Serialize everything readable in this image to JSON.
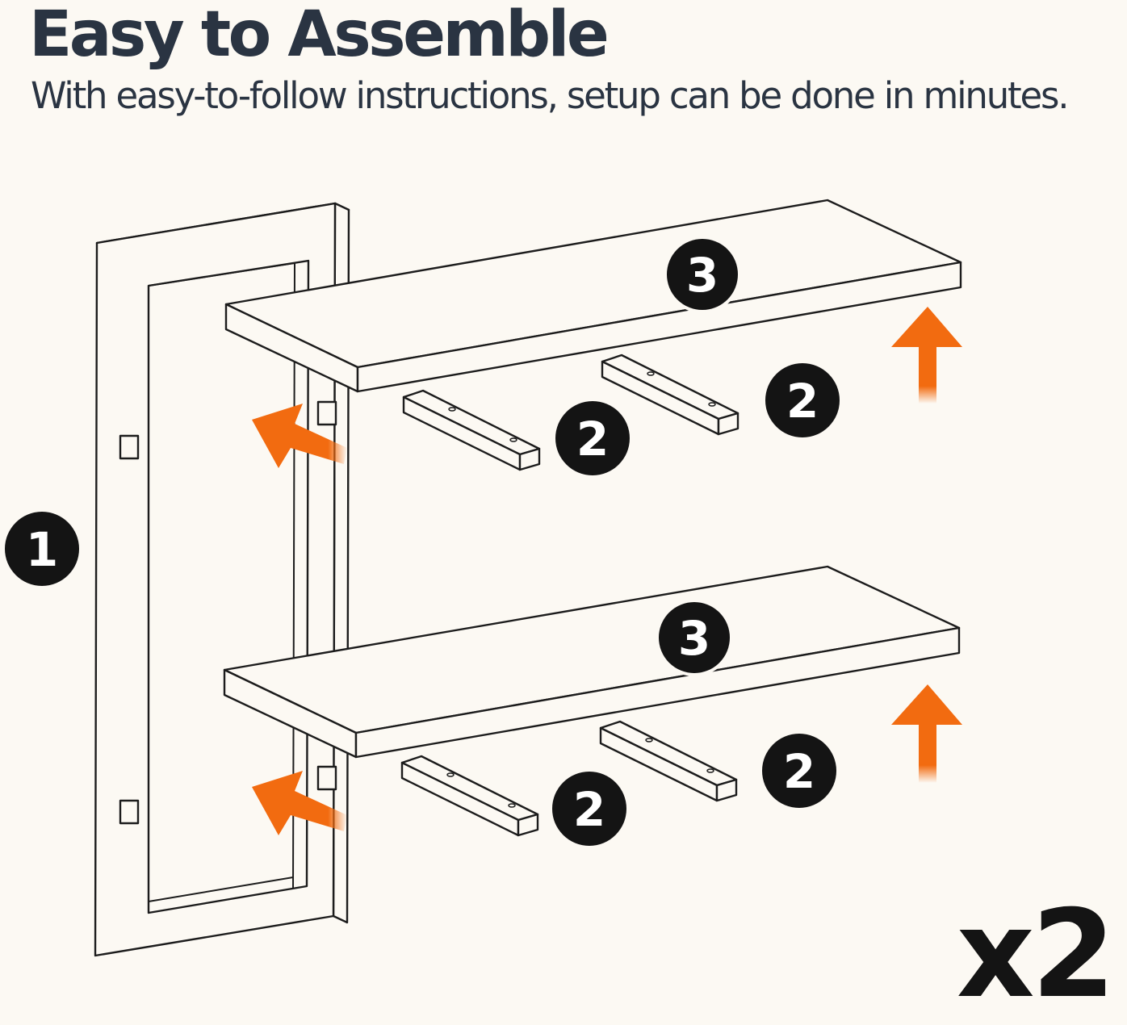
{
  "header": {
    "title": "Easy to Assemble",
    "subtitle": "With easy-to-follow instructions, setup can be done in minutes."
  },
  "diagram": {
    "parts": {
      "frame": "1",
      "bracket": "2",
      "shelf": "3"
    },
    "multiplier": "x2",
    "colors": {
      "background": "#fcf9f3",
      "outline": "#1c1c1c",
      "arrow": "#f26b10",
      "badge": "#141414",
      "heading": "#2a3442"
    }
  }
}
